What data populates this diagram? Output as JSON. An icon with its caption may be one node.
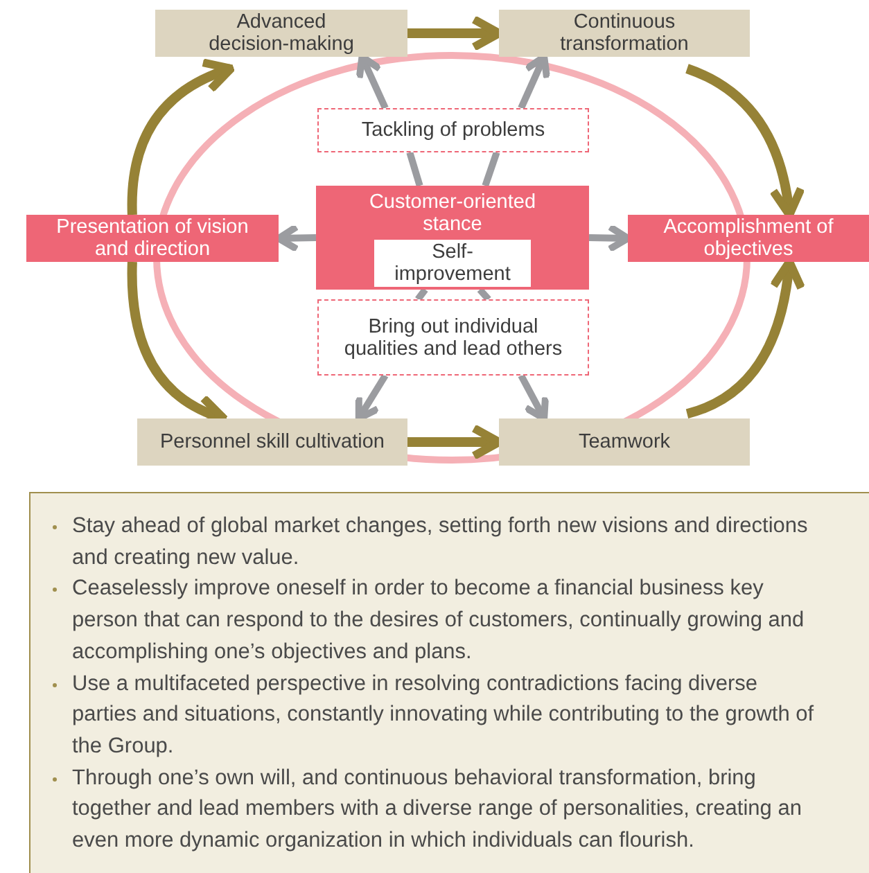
{
  "diagram": {
    "nodes": [
      {
        "text": [
          "Advanced decision-making"
        ]
      },
      {
        "text": [
          "Continuous transformation"
        ]
      },
      {
        "text": [
          "Presentation of vision and direction"
        ]
      },
      {
        "text": [
          "Customer-oriented stance"
        ]
      },
      {
        "text": [
          "Self-improvement"
        ],
        "in": 3
      },
      {
        "text": [
          "Tackling of problems"
        ]
      },
      {
        "text": [
          "Accomplishment of objectives"
        ]
      },
      {
        "text": [
          "Bring out individual qualities and lead others"
        ]
      },
      {
        "text": [
          "Personnel skill cultivation"
        ]
      },
      {
        "text": [
          "Teamwork"
        ]
      }
    ],
    "edges": [
      {
        "from": 0,
        "to": 1,
        "arrow": "to",
        "color": "#968236"
      },
      {
        "from": 1,
        "to": 6,
        "arrow": "to",
        "color": "#968236"
      },
      {
        "from": 2,
        "to": 0,
        "arrow": "to",
        "color": "#968236"
      },
      {
        "from": 2,
        "to": 8,
        "arrow": "to",
        "color": "#968236"
      },
      {
        "from": 8,
        "to": 9,
        "arrow": "to",
        "color": "#968236"
      },
      {
        "from": 9,
        "to": 6,
        "arrow": "to",
        "color": "#968236"
      },
      {
        "from": 3,
        "to": 2,
        "arrow": "to"
      },
      {
        "from": 3,
        "to": 6,
        "arrow": "to"
      },
      {
        "from": 3,
        "to": 5,
        "arrow": "none"
      },
      {
        "from": 3,
        "to": 5,
        "arrow": "none"
      },
      {
        "from": 5,
        "to": 0,
        "arrow": "to"
      },
      {
        "from": 5,
        "to": 1,
        "arrow": "to"
      },
      {
        "from": 3,
        "to": 7,
        "arrow": "none"
      },
      {
        "from": 3,
        "to": 7,
        "arrow": "none"
      },
      {
        "from": 7,
        "to": 8,
        "arrow": "to"
      },
      {
        "from": 7,
        "to": 9,
        "arrow": "to"
      }
    ],
    "labels": [
      "Stay ahead of global market changes, setting forth new visions and directions and creating new value.",
      "Ceaselessly improve oneself in order to become a financial business key person that can respond to the desires of customers, continually growing and accomplishing one’s objectives and plans.",
      "Use a multifaceted perspective in resolving contradictions facing diverse parties and situations, constantly innovating while contributing to the growth of the Group.",
      "Through one’s own will, and continuous behavioral transformation, bring together and lead members with a diverse range of personalities, creating an even more dynamic organization in which individuals can flourish."
    ]
  }
}
